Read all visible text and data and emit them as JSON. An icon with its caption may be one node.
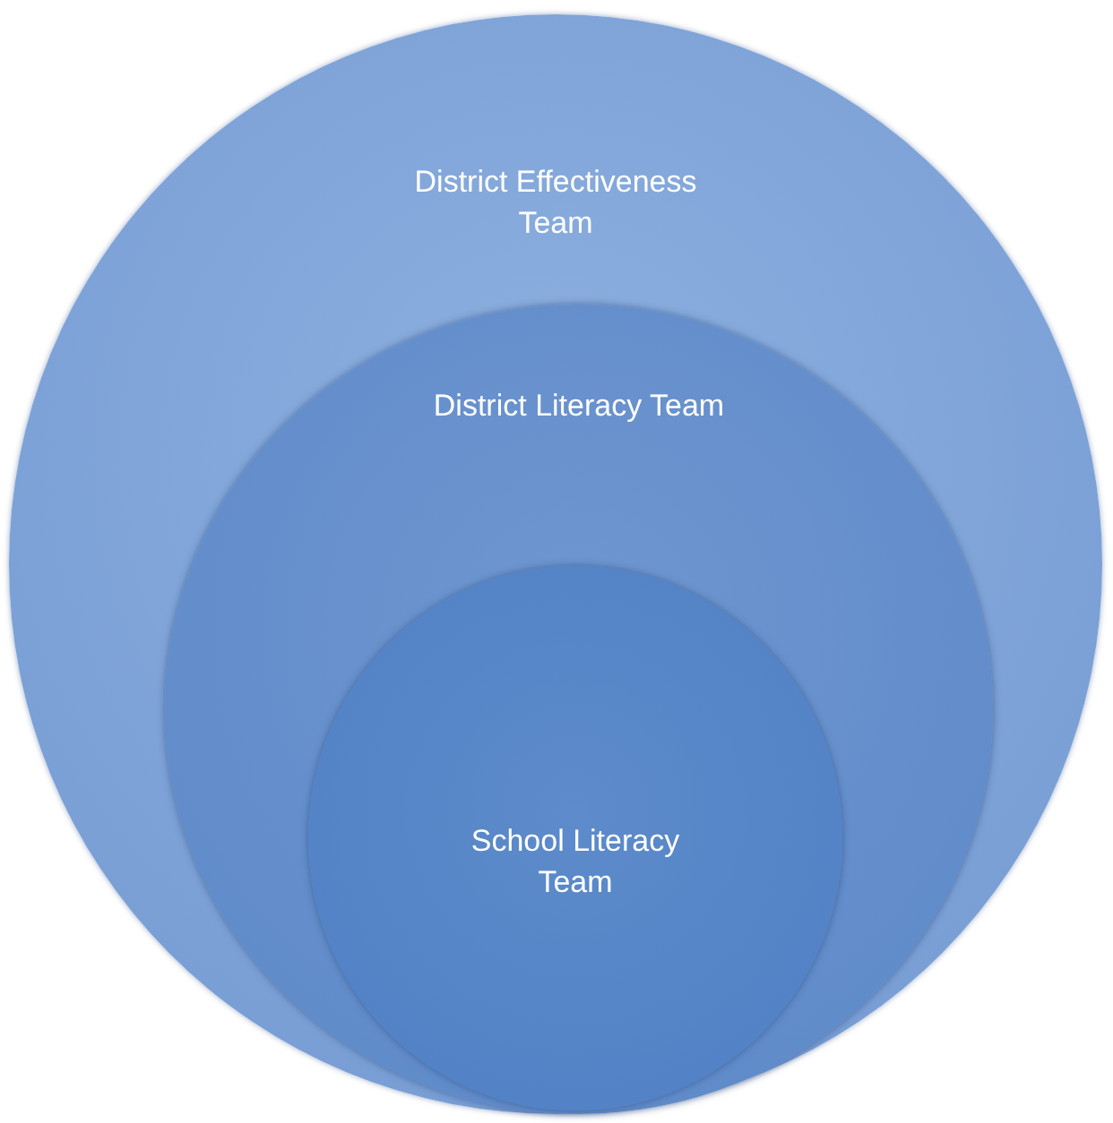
{
  "diagram": {
    "nodes": [
      {
        "text": [
          "District Effectiveness Team"
        ]
      },
      {
        "text": [
          "District Literacy Team"
        ],
        "in": 0
      },
      {
        "text": [
          "School Literacy Team"
        ],
        "in": 1
      }
    ]
  }
}
